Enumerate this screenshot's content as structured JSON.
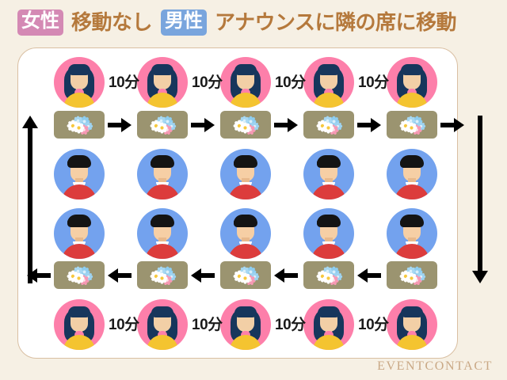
{
  "header": {
    "badge_female": "女性",
    "text_female": "移動なし",
    "badge_male": "男性",
    "text_male": "アナウンスに隣の席に移動",
    "color_badge_female": "#d489b4",
    "color_badge_male": "#79a5dd",
    "color_text": "#b5793c"
  },
  "diagram": {
    "card_background": "#ffffff",
    "card_border": "#d9bfa2",
    "page_background": "#f5eee2",
    "table_color": "#9b9470",
    "female_circle_color": "#fd7faa",
    "male_circle_color": "#73a2ee",
    "female_shirt_color": "#f4c430",
    "male_shirt_color": "#dc3c3c",
    "arrow_color": "#000000",
    "duration_label": "10分",
    "seat_count": 5,
    "rows": [
      {
        "id": "top-women",
        "role": "female",
        "seats": 5,
        "labels": [
          "10分",
          "10分",
          "10分",
          "10分"
        ]
      },
      {
        "id": "top-tables",
        "role": "table",
        "seats": 5,
        "arrow_direction": "right",
        "arrow_count": 5
      },
      {
        "id": "top-men",
        "role": "male",
        "seats": 5
      },
      {
        "id": "bottom-men",
        "role": "male",
        "seats": 5
      },
      {
        "id": "bottom-tables",
        "role": "table",
        "seats": 5,
        "arrow_direction": "left",
        "arrow_count": 5
      },
      {
        "id": "bottom-women",
        "role": "female",
        "seats": 5,
        "labels": [
          "10分",
          "10分",
          "10分",
          "10分"
        ]
      }
    ],
    "side_arrows": [
      {
        "id": "left-arrow",
        "direction": "up"
      },
      {
        "id": "right-arrow",
        "direction": "down"
      }
    ]
  },
  "watermark": {
    "text": "EVENTCONTACT",
    "color": "#c9a885"
  }
}
